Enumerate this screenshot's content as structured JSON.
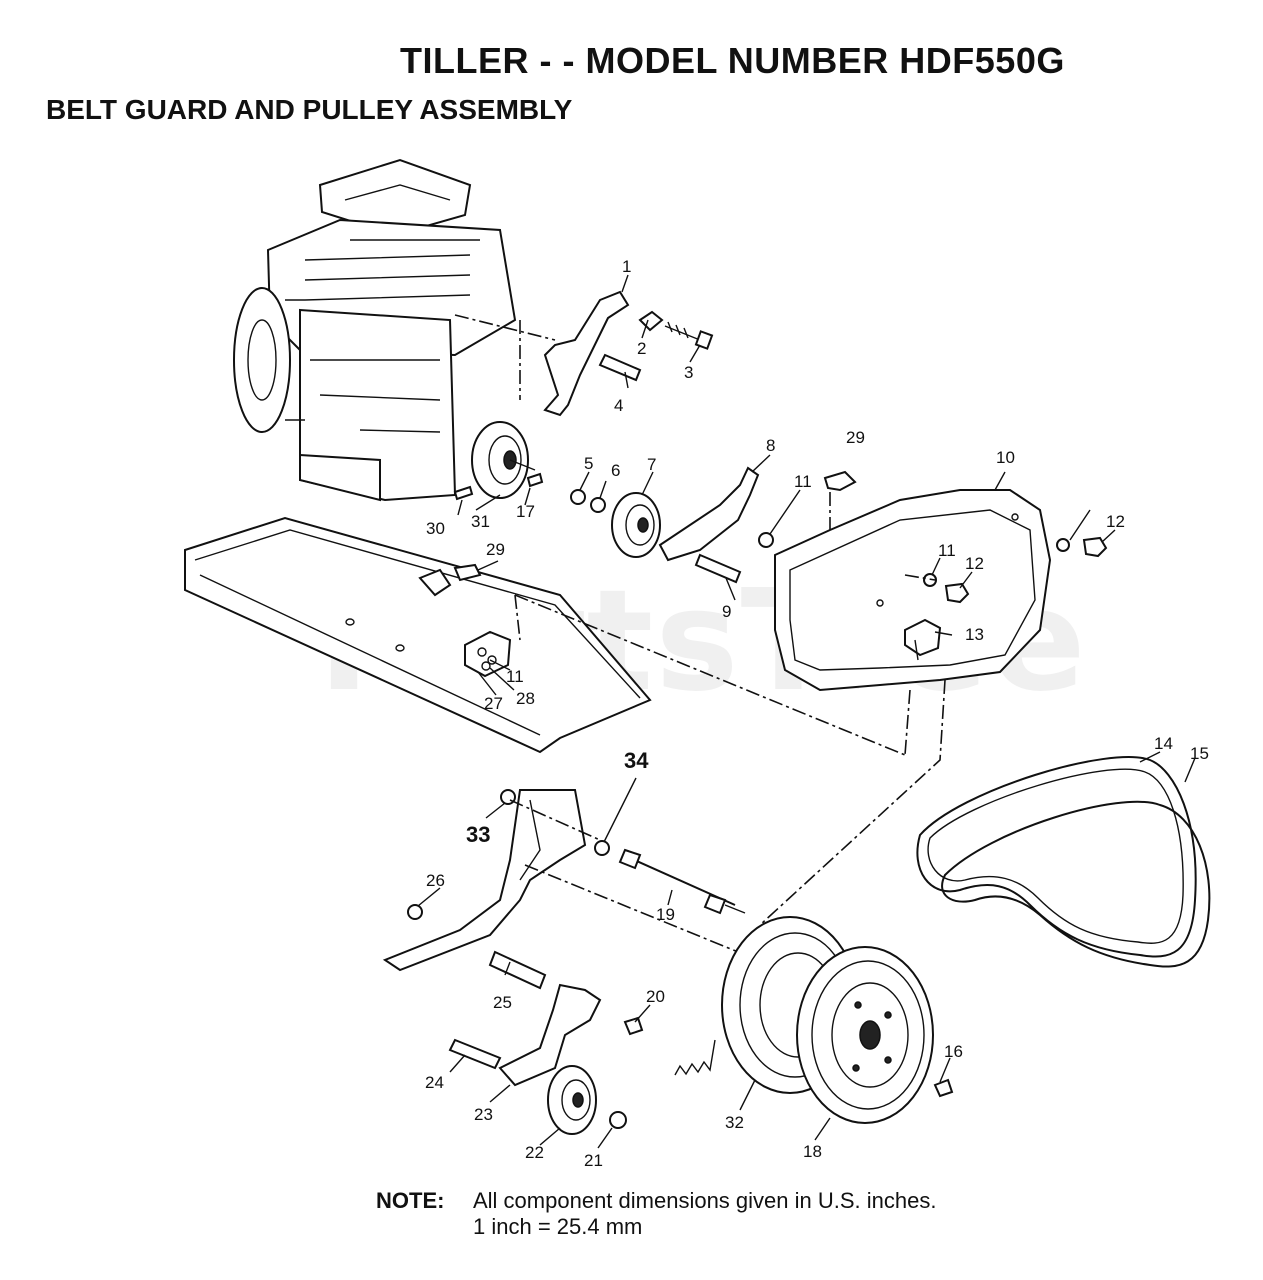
{
  "title": "TILLER - - MODEL NUMBER HDF550G",
  "subtitle": "BELT GUARD AND PULLEY ASSEMBLY",
  "watermark": "PartsTree",
  "note": {
    "label": "NOTE:",
    "line1": "All component dimensions given in U.S. inches.",
    "line2": "1 inch = 25.4 mm"
  },
  "callouts": [
    "1",
    "2",
    "3",
    "4",
    "5",
    "6",
    "7",
    "8",
    "29",
    "10",
    "11",
    "12",
    "31",
    "17",
    "30",
    "9",
    "11",
    "12",
    "13",
    "29",
    "11",
    "28",
    "27",
    "14",
    "15",
    "34",
    "33",
    "26",
    "19",
    "20",
    "25",
    "16",
    "24",
    "23",
    "22",
    "21",
    "32",
    "18"
  ]
}
